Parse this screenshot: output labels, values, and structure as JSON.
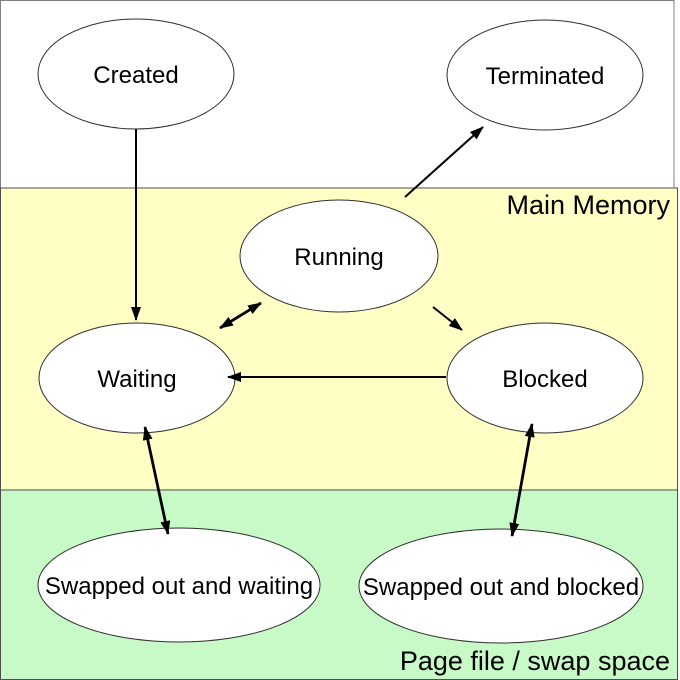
{
  "bands": {
    "new_terminated": {
      "bg": "#ffffff"
    },
    "main_memory": {
      "label": "Main Memory",
      "bg": "#ffffc5"
    },
    "swap_space": {
      "label": "Page file / swap space",
      "bg": "#c7fac7"
    }
  },
  "node_style": {
    "fill": "#ffffff",
    "stroke": "#2e2e2e"
  },
  "edge_style": {
    "color": "#000000"
  },
  "nodes": {
    "created": {
      "label": "Created"
    },
    "terminated": {
      "label": "Terminated"
    },
    "running": {
      "label": "Running"
    },
    "waiting": {
      "label": "Waiting"
    },
    "blocked": {
      "label": "Blocked"
    },
    "swapped_out_waiting": {
      "label": "Swapped out and waiting"
    },
    "swapped_out_blocked": {
      "label": "Swapped out and blocked"
    }
  },
  "edges": [
    {
      "from": "created",
      "to": "waiting",
      "arrow": "single"
    },
    {
      "from": "running",
      "to": "terminated",
      "arrow": "single"
    },
    {
      "from": "running",
      "to": "waiting",
      "arrow": "double"
    },
    {
      "from": "running",
      "to": "blocked",
      "arrow": "single"
    },
    {
      "from": "blocked",
      "to": "waiting",
      "arrow": "single"
    },
    {
      "from": "waiting",
      "to": "swapped_out_waiting",
      "arrow": "double"
    },
    {
      "from": "blocked",
      "to": "swapped_out_blocked",
      "arrow": "double"
    }
  ]
}
